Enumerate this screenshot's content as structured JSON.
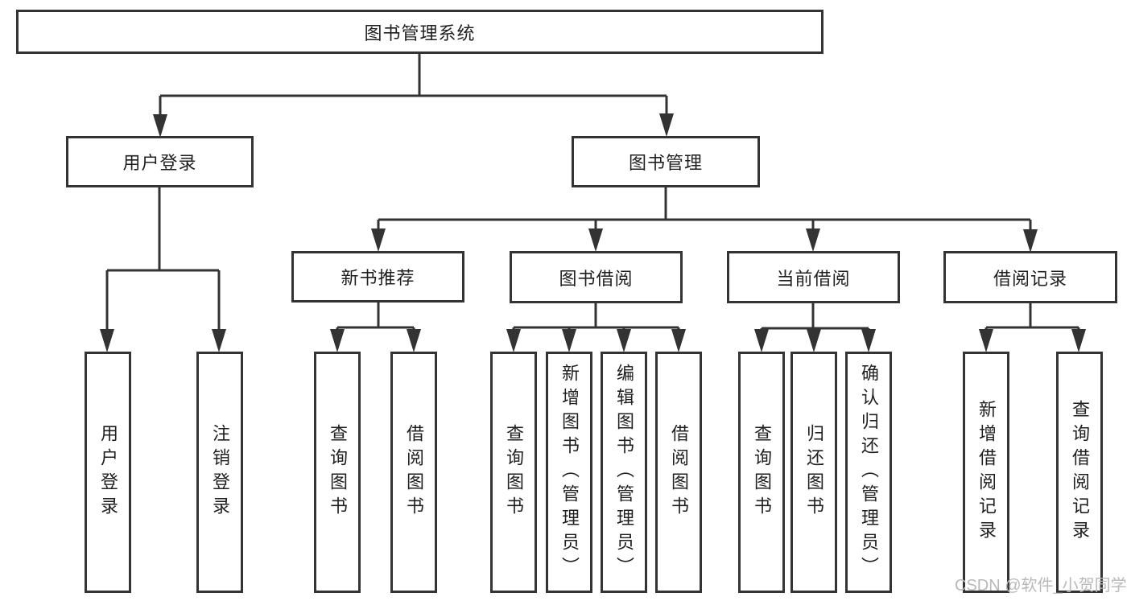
{
  "colors": {
    "line": "#333333",
    "text": "#1f1f1f",
    "box_fill": "#ffffff",
    "watermark": "#b9b9b9"
  },
  "diagram": {
    "root": {
      "label": "图书管理系统"
    },
    "level2": [
      {
        "label": "用户登录"
      },
      {
        "label": "图书管理"
      }
    ],
    "level3": [
      {
        "label": "新书推荐"
      },
      {
        "label": "图书借阅"
      },
      {
        "label": "当前借阅"
      },
      {
        "label": "借阅记录"
      }
    ],
    "leaves": {
      "login": [
        {
          "label": "用户登录"
        },
        {
          "label": "注销登录"
        }
      ],
      "new_books": [
        {
          "label": "查询图书"
        },
        {
          "label": "借阅图书"
        }
      ],
      "book_borrow": [
        {
          "label": "查询图书"
        },
        {
          "label": "新增图书（管理员）"
        },
        {
          "label": "编辑图书（管理员）"
        },
        {
          "label": "借阅图书"
        }
      ],
      "current_borrow": [
        {
          "label": "查询图书"
        },
        {
          "label": "归还图书"
        },
        {
          "label": "确认归还（管理员）"
        }
      ],
      "borrow_records": [
        {
          "label": "新增借阅记录"
        },
        {
          "label": "查询借阅记录"
        }
      ]
    }
  },
  "watermark": {
    "text": "CSDN @软件_小贺同学"
  }
}
